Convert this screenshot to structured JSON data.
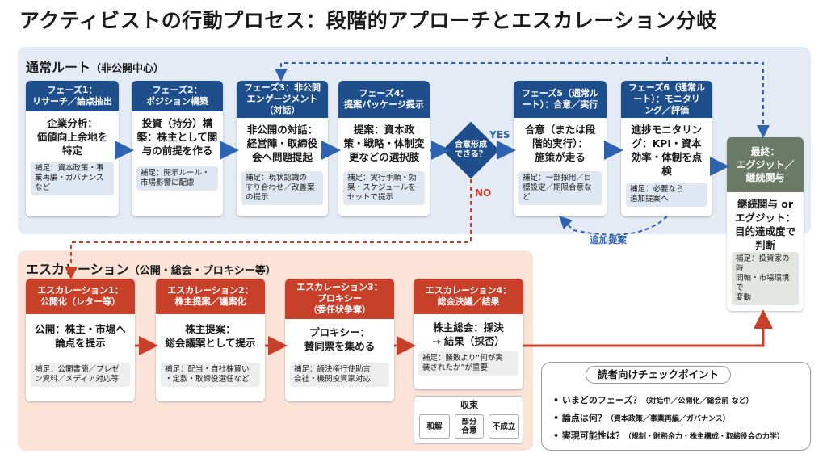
{
  "title": "アクティビストの行動プロセス：段階的アプローチとエスカレーション分岐",
  "normal_route": {
    "label": "通常ルート",
    "sublabel": "（非公開中心）",
    "phases": [
      {
        "header": "フェーズ1：\nリサーチ／論点抽出",
        "body": "企業分析：\n価値向上余地を\n特定",
        "note": "補足：資本政策・事\n業再編・ガバナンス\nなど"
      },
      {
        "header": "フェーズ2：\nポジション構築",
        "body": "投資（持分）構\n築：株主として関\n与の前提を作る",
        "note": "補足：開示ルール・\n市場影響に配慮"
      },
      {
        "header": "フェーズ3：非公開\nエンゲージメント\n（対話）",
        "body": "非公開の対話：\n経営陣・取締役\n会へ問題提起",
        "note": "補足：現状認識の\nすり合わせ／改善案\nの提示"
      },
      {
        "header": "フェーズ4：\n提案パッケージ提示",
        "body": "提案：資本政\n策・戦略・体制変\n更などの選択肢",
        "note": "補足：実行手順・効\n果・スケジュールを\nセットで提示"
      },
      {
        "header": "フェーズ5（通常ル\nート）：合意／実行",
        "body": "合意（または段\n階的実行）：\n施策が走る",
        "note": "補足：一部採用／目\n標設定／期限合意な\nど"
      },
      {
        "header": "フェーズ6（通常ル\nート）：モニタリ\nング／評価",
        "body": "進捗モニタリン\nグ：KPI・資本\n効率・体制を点\n検",
        "note": "補足：必要なら\n追加提案へ"
      }
    ],
    "decision": "合意形成\nできる？",
    "yes": "YES",
    "no": "NO",
    "loop_label": "追加提案"
  },
  "final": {
    "header": "最終：\nエグジット／\n継続関与",
    "body": "継続関与 or\nエグジット：\n目的達成度で\n判断",
    "note": "補足：投資家の時\n間軸・市場環境で\n変動"
  },
  "escalation": {
    "label": "エスカレーション",
    "sublabel": "（公開・総会・プロキシー等）",
    "steps": [
      {
        "header": "エスカレーション1：\n公開化（レター等）",
        "body": "公開：株主・市場へ\n論点を提示",
        "note": "補足：公開書簡／プレゼ\nン資料／メディア対応等"
      },
      {
        "header": "エスカレーション2：\n株主提案／議案化",
        "body": "株主提案：\n総会議案として提示",
        "note": "補足：配当・自社株買い\n・定款・取締役選任など"
      },
      {
        "header": "エスカレーション3：\nプロキシー\n（委任状争奪）",
        "body": "プロキシー：\n賛同票を集める",
        "note": "補足：議決権行使助言\n会社・機関投資家対応"
      },
      {
        "header": "エスカレーション4：\n総会決議／結果",
        "body": "株主総会：採決\n→ 結果（採否）",
        "note": "補足：勝敗より“何が実\n装されたか”が重要"
      }
    ],
    "settlement": {
      "title": "収束",
      "options": [
        "和解",
        "部分\n合意",
        "不成立"
      ]
    }
  },
  "checkpoints": {
    "title": "読者向けチェックポイント",
    "items": [
      {
        "main": "• いまどのフェーズ？",
        "sub": "（対話中／公開化／総会前 など）"
      },
      {
        "main": "• 論点は何？",
        "sub": "（資本政策／事業再編／ガバナンス）"
      },
      {
        "main": "• 実現可能性は？",
        "sub": "（規制・財務余力・株主構成・取締役会の力学）"
      }
    ]
  },
  "colors": {
    "normal_header": "#1f4e8c",
    "escalation_header": "#c8402a",
    "final_header": "#6b7a66",
    "arrow_blue": "#2d63b0",
    "arrow_red": "#c8402a"
  }
}
